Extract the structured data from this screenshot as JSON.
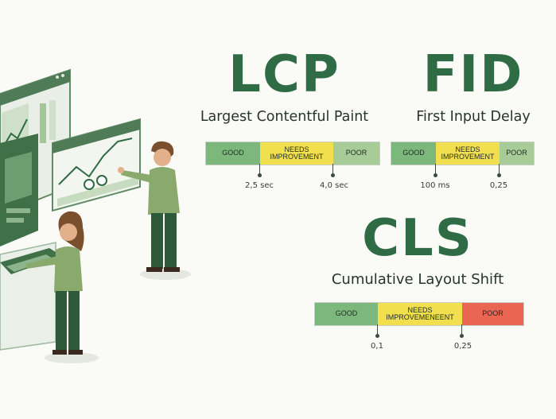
{
  "lcp": {
    "acronym": "LCP",
    "name": "Largest Contentful Paint",
    "bar": {
      "good": "GOOD",
      "needs": "NEEDS IMPROVEMENT",
      "poor": "POOR"
    },
    "thresholds": [
      "2,5 sec",
      "4,0 sec"
    ]
  },
  "fid": {
    "acronym": "FID",
    "name": "First Input Delay",
    "bar": {
      "good": "GOOD",
      "needs": "NEEDS IMPROVEMENT",
      "poor": "POOR"
    },
    "thresholds": [
      "100 ms",
      "0,25"
    ]
  },
  "cls": {
    "acronym": "CLS",
    "name": "Cumulative Layout Shift",
    "bar": {
      "good": "GOOD",
      "needs": "NEEDS IMPROVEMENEENT",
      "poor": "POOR"
    },
    "thresholds": [
      "0,1",
      "0,25"
    ]
  },
  "colors": {
    "brand_green": "#2f6b45",
    "good": "#7cb87c",
    "needs_improvement": "#f2df4d",
    "poor_green": "#a7cc98",
    "poor_red": "#ea6552"
  }
}
